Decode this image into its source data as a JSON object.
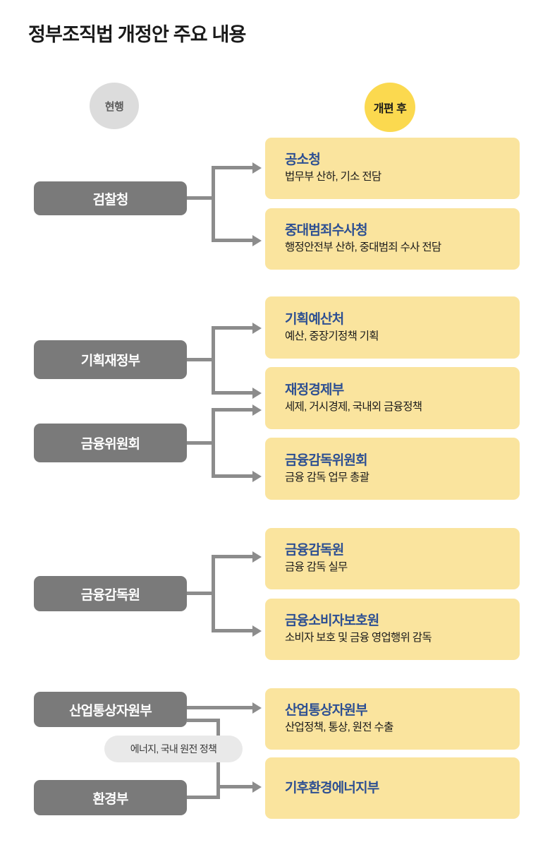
{
  "page": {
    "title": "정부조직법 개정안 주요 내용"
  },
  "columns": {
    "current_label": "현행",
    "after_label": "개편 후"
  },
  "colors": {
    "gray_box": "#7a7a7a",
    "yellow_box": "#fae49e",
    "badge_current": "#dcdcdc",
    "badge_after": "#fbd94f",
    "title_blue": "#2d4f92",
    "connector": "#8c8c8c",
    "note_pill": "#e9e9e9"
  },
  "sections": [
    {
      "id": "prosecution",
      "current": [
        {
          "label": "검찰청"
        }
      ],
      "after": [
        {
          "title": "공소청",
          "desc": "법무부 산하, 기소 전담"
        },
        {
          "title": "중대범죄수사청",
          "desc": "행정안전부 산하, 중대범죄 수사 전담"
        }
      ]
    },
    {
      "id": "finance",
      "current": [
        {
          "label": "기획재정부"
        },
        {
          "label": "금융위원회"
        }
      ],
      "after": [
        {
          "title": "기획예산처",
          "desc": "예산, 중장기정책 기획"
        },
        {
          "title": "재정경제부",
          "desc": "세제, 거시경제, 국내외 금융정책"
        },
        {
          "title": "금융감독위원회",
          "desc": "금융 감독 업무 총괄"
        }
      ]
    },
    {
      "id": "fss",
      "current": [
        {
          "label": "금융감독원"
        }
      ],
      "after": [
        {
          "title": "금융감독원",
          "desc": "금융 감독 실무"
        },
        {
          "title": "금융소비자보호원",
          "desc": "소비자 보호 및 금융 영업행위 감독"
        }
      ]
    },
    {
      "id": "industry",
      "current": [
        {
          "label": "산업통상자원부"
        },
        {
          "label": "환경부"
        }
      ],
      "after": [
        {
          "title": "산업통상자원부",
          "desc": "산업정책, 통상, 원전 수출"
        },
        {
          "title": "기후환경에너지부",
          "desc": ""
        }
      ],
      "note": "에너지, 국내 원전 정책"
    }
  ]
}
